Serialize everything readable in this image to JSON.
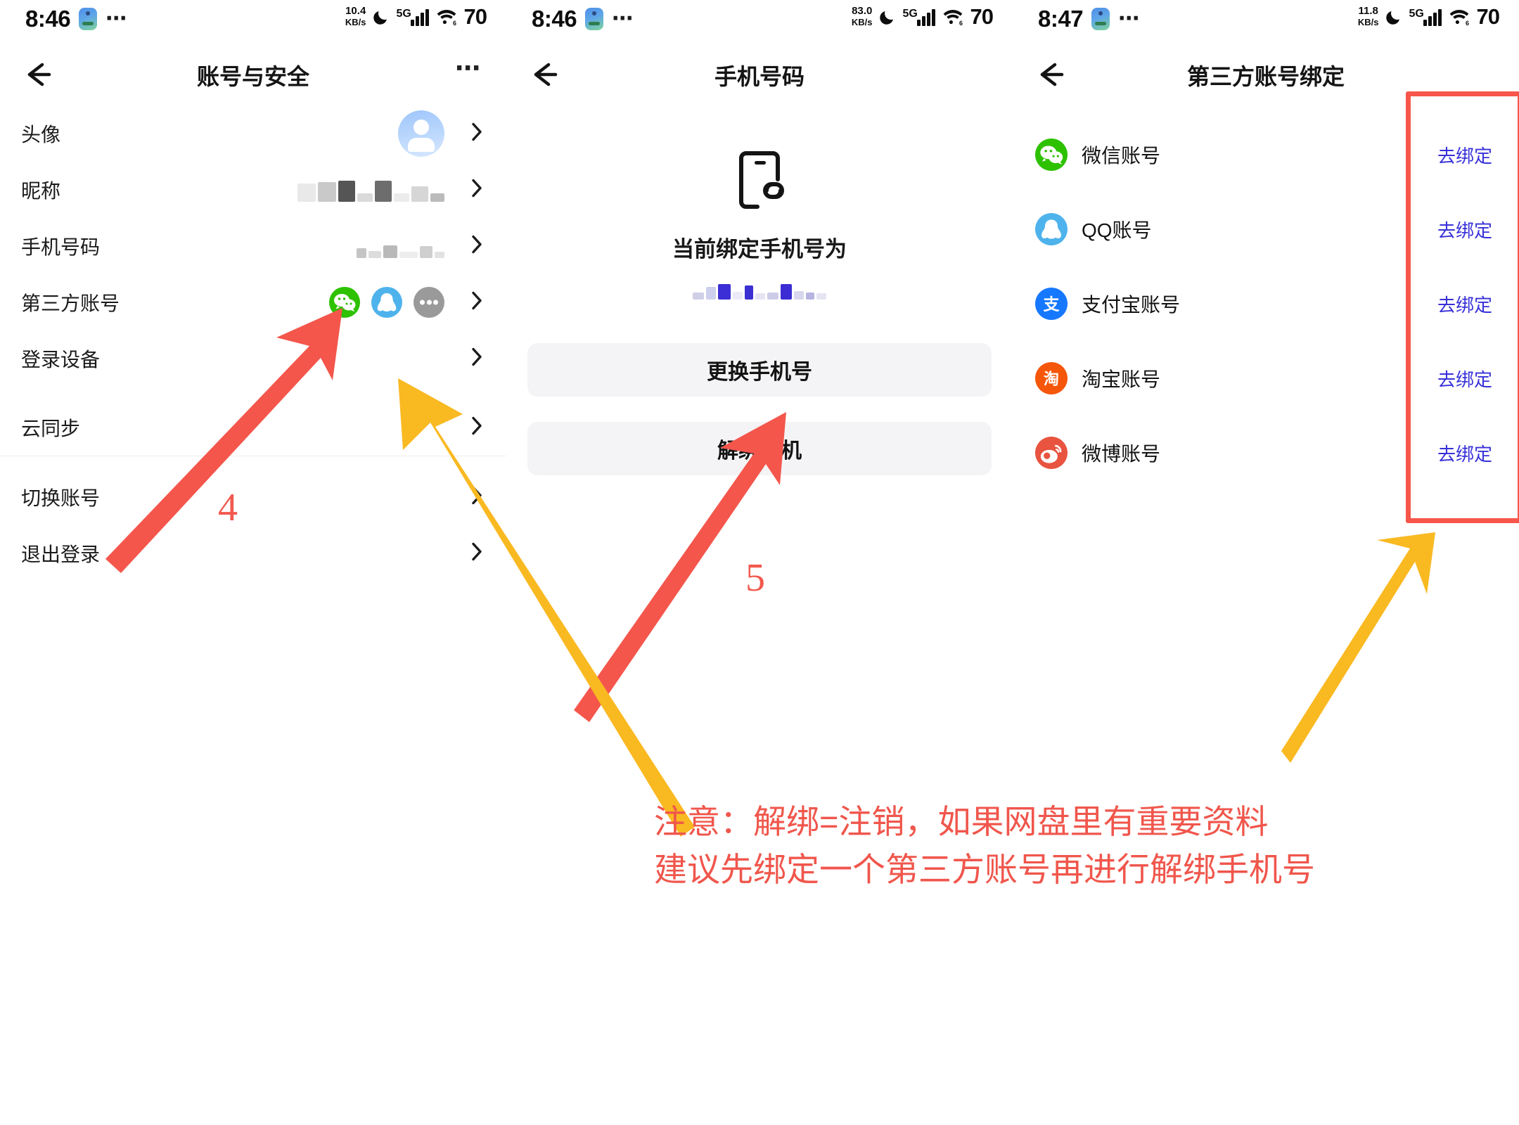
{
  "panels": [
    {
      "statusbar": {
        "time": "8:46",
        "net_rate": "10.4",
        "net_unit": "KB/s",
        "network": "5G",
        "battery": "70",
        "wifi": "6",
        "overflow": "⋯"
      },
      "nav": {
        "title": "账号与安全",
        "more": "⋯"
      },
      "rows": [
        {
          "label": "头像",
          "value_type": "avatar"
        },
        {
          "label": "昵称",
          "value_type": "blurred-nickname"
        },
        {
          "label": "手机号码",
          "value_type": "blurred-phone"
        },
        {
          "label": "第三方账号",
          "value_type": "icons",
          "icons": [
            "wechat-icon",
            "qq-icon",
            "more-icon"
          ]
        },
        {
          "label": "登录设备",
          "value_type": "none"
        },
        {
          "label": "云同步",
          "value_type": "none"
        },
        {
          "label": "切换账号",
          "value_type": "none"
        },
        {
          "label": "退出登录",
          "value_type": "none"
        }
      ]
    },
    {
      "statusbar": {
        "time": "8:46",
        "net_rate": "83.0",
        "net_unit": "KB/s",
        "network": "5G",
        "battery": "70",
        "wifi": "6",
        "overflow": "⋯"
      },
      "nav": {
        "title": "手机号码"
      },
      "hero": {
        "caption": "当前绑定手机号为",
        "number_masked": ""
      },
      "buttons": [
        {
          "label": "更换手机号"
        },
        {
          "label": "解绑手机"
        }
      ]
    },
    {
      "statusbar": {
        "time": "8:47",
        "net_rate": "11.8",
        "net_unit": "KB/s",
        "network": "5G",
        "battery": "70",
        "wifi": "6",
        "overflow": "⋯"
      },
      "nav": {
        "title": "第三方账号绑定"
      },
      "accounts": [
        {
          "name": "微信账号",
          "icon": "wechat-icon",
          "action": "去绑定"
        },
        {
          "name": "QQ账号",
          "icon": "qq-icon",
          "action": "去绑定"
        },
        {
          "name": "支付宝账号",
          "icon": "alipay-icon",
          "action": "去绑定"
        },
        {
          "name": "淘宝账号",
          "icon": "taobao-icon",
          "action": "去绑定"
        },
        {
          "name": "微博账号",
          "icon": "weibo-icon",
          "action": "去绑定"
        }
      ]
    }
  ],
  "annotations": {
    "step_labels": [
      {
        "text": "4"
      },
      {
        "text": "5"
      }
    ],
    "note_line1": "注意：解绑=注销，如果网盘里有重要资料",
    "note_line2": "建议先绑定一个第三方账号再进行解绑手机号"
  },
  "colors": {
    "red_arrow": "#f4564c",
    "yellow_arrow": "#f9b921",
    "highlight_box": "#f8564a",
    "link_blue": "#3730d8",
    "note_red": "#f0564c",
    "wechat_green": "#2dc100",
    "qq_blue": "#4eb3ec",
    "alipay_blue": "#1678ff",
    "taobao_orange": "#f5560a",
    "weibo_red": "#e8543f"
  }
}
